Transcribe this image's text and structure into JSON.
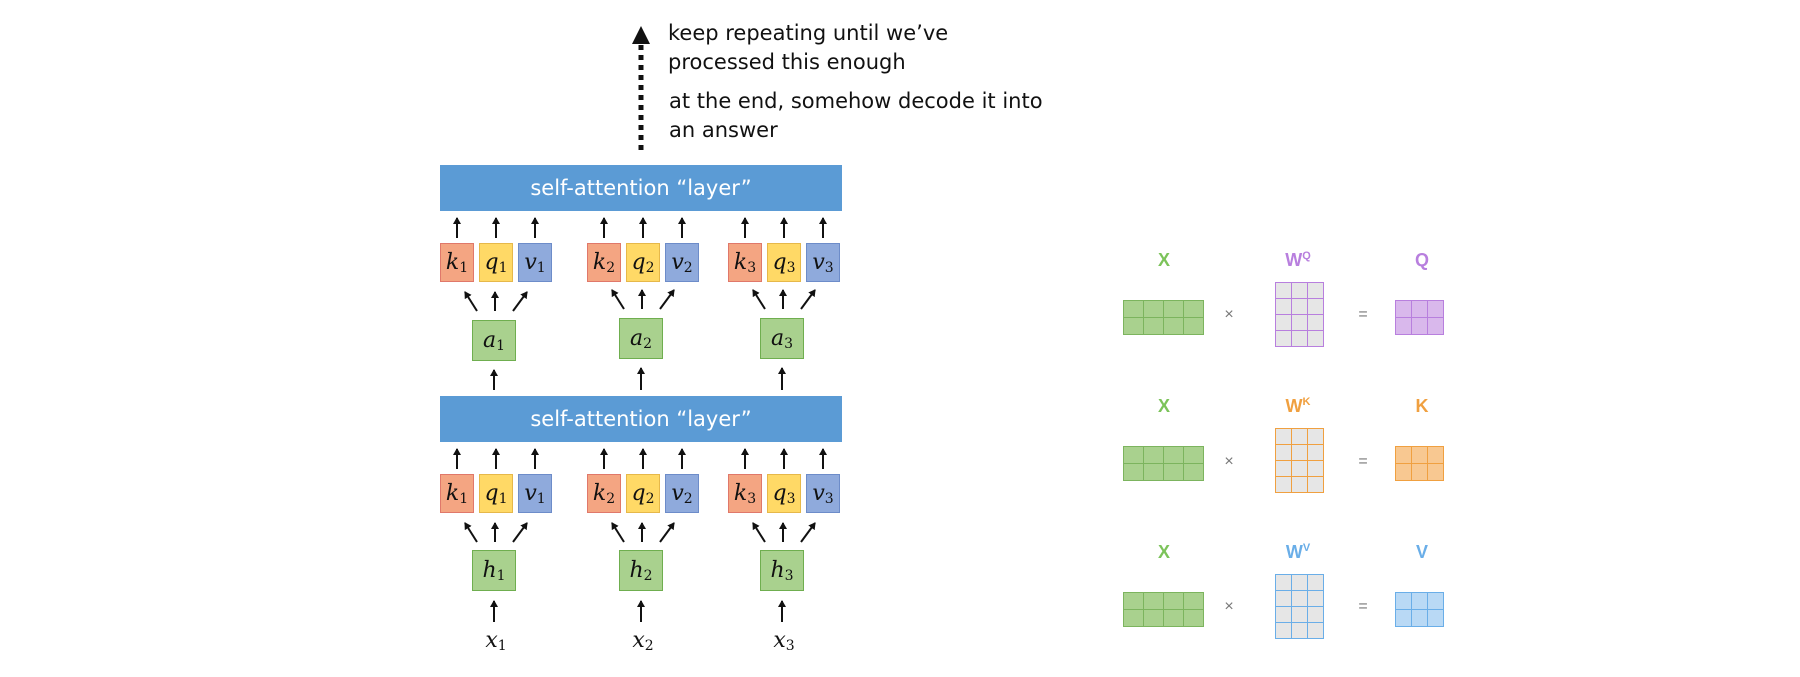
{
  "notes": {
    "repeat": "keep repeating until we’ve processed this enough",
    "decode": "at the end, somehow decode it into an answer"
  },
  "layer_label": "self-attention “layer”",
  "top_stage": {
    "groups": [
      {
        "k": "k",
        "q": "q",
        "v": "v",
        "sub": "1",
        "node": "a"
      },
      {
        "k": "k",
        "q": "q",
        "v": "v",
        "sub": "2",
        "node": "a"
      },
      {
        "k": "k",
        "q": "q",
        "v": "v",
        "sub": "3",
        "node": "a"
      }
    ]
  },
  "bottom_stage": {
    "groups": [
      {
        "k": "k",
        "q": "q",
        "v": "v",
        "sub": "1",
        "node": "h",
        "input": "x"
      },
      {
        "k": "k",
        "q": "q",
        "v": "v",
        "sub": "2",
        "node": "h",
        "input": "x"
      },
      {
        "k": "k",
        "q": "q",
        "v": "v",
        "sub": "3",
        "node": "h",
        "input": "x"
      }
    ]
  },
  "matrices": [
    {
      "x": "X",
      "w": "W",
      "w_sup": "Q",
      "out": "Q",
      "times": "×",
      "equals": "=",
      "color": "#b87fde",
      "fill": "#d9b8ec",
      "w_fill": "#e6e6e6"
    },
    {
      "x": "X",
      "w": "W",
      "w_sup": "K",
      "out": "K",
      "times": "×",
      "equals": "=",
      "color": "#f0a040",
      "fill": "#f8c891",
      "w_fill": "#e6e6e6"
    },
    {
      "x": "X",
      "w": "W",
      "w_sup": "V",
      "out": "V",
      "times": "×",
      "equals": "=",
      "color": "#6aaee8",
      "fill": "#b9d9f5",
      "w_fill": "#e6e6e6"
    }
  ],
  "colors": {
    "layer": "#5b9bd5",
    "key": "#f4a582",
    "query": "#ffd966",
    "value": "#8faadc",
    "hidden": "#a9d18e",
    "x_label": "#7cc35a",
    "x_fill": "#a9d18e"
  }
}
